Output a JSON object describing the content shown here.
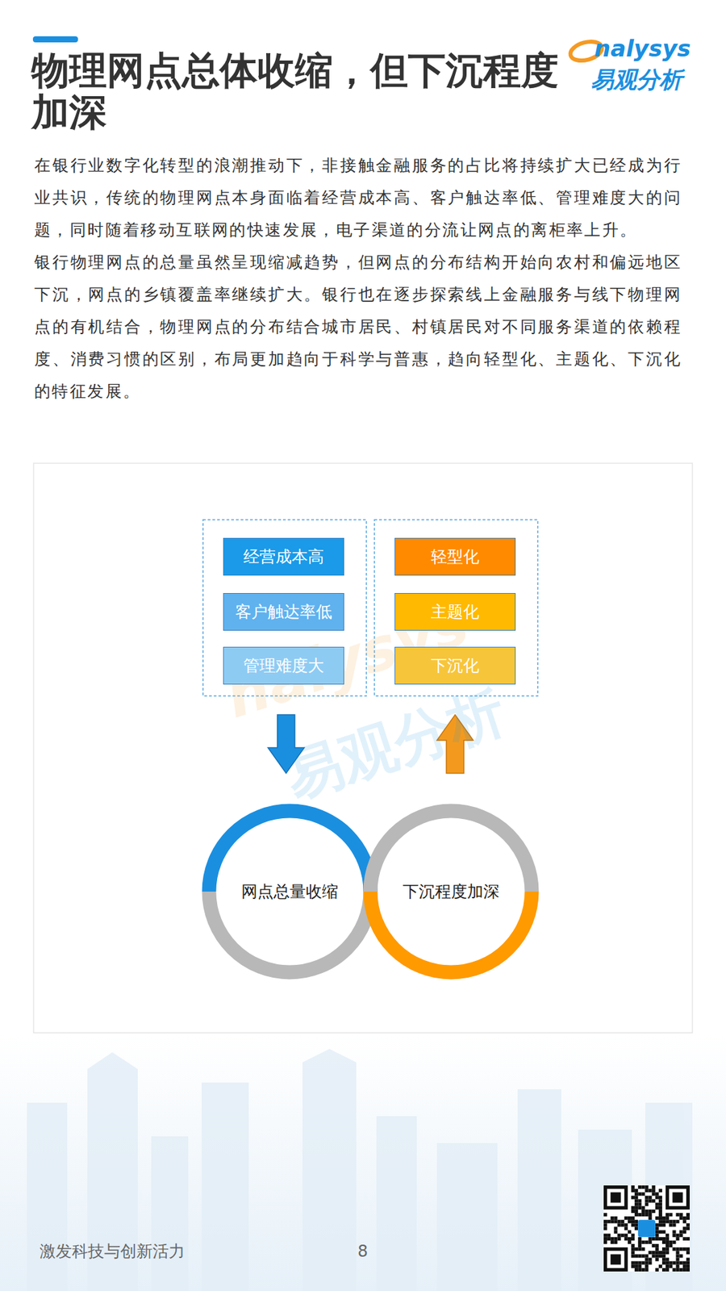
{
  "diagram": {
    "title": "物理网点总体收缩，但下沉程度加深",
    "nodes": [
      {
        "text": [
          "经营成本高"
        ]
      },
      {
        "text": [
          "客户触达率低"
        ]
      },
      {
        "text": [
          "管理难度大"
        ]
      },
      {
        "text": [
          "轻型化"
        ]
      },
      {
        "text": [
          "主题化"
        ]
      },
      {
        "text": [
          "下沉化"
        ]
      },
      {
        "text": [
          "网点总量收缩"
        ]
      },
      {
        "text": [
          "下沉程度加深"
        ]
      }
    ],
    "edges": [
      {
        "from": 2,
        "to": 6,
        "arrow": "to"
      },
      {
        "from": 7,
        "to": 5,
        "arrow": "to"
      }
    ],
    "labels": [
      "nalysys",
      "易观分析",
      "在银行业数字化转型的浪潮推动下，非接触金融服务的占比将持续扩大已经成为行业共识，传统的物理网点本身面临着经营成本高、客户触达率低、管理难度大的问题，同时随着移动互联网的快速发展，电子渠道的分流让网点的离柜率上升。",
      "银行物理网点的总量虽然呈现缩减趋势，但网点的分布结构开始向农村和偏远地区下沉，网点的乡镇覆盖率继续扩大。银行也在逐步探索线上金融服务与线下物理网点的有机结合，物理网点的分布结合城市居民、村镇居民对不同服务渠道的依赖程度、消费习惯的区别，布局更加趋向于科学与普惠，趋向轻型化、主题化、下沉化的特征发展。",
      "nalysys",
      "易观分析",
      "激发科技与创新活力",
      "8"
    ]
  }
}
